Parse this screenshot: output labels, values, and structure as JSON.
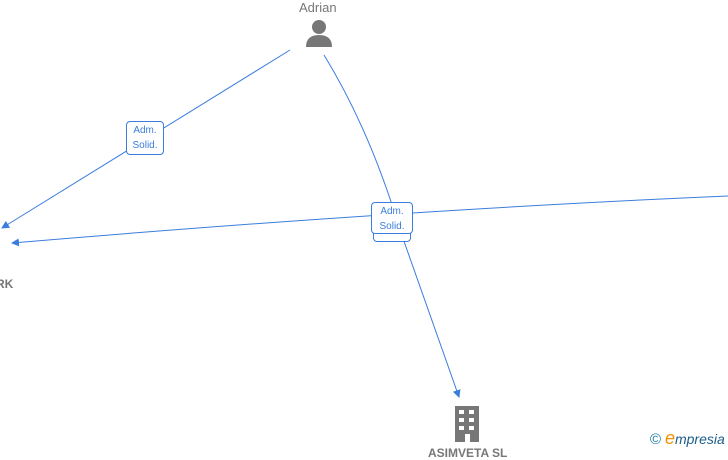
{
  "nodes": {
    "person": {
      "label": "Adrian",
      "icon": "person-icon"
    },
    "left_company": {
      "label": "RK"
    },
    "bottom_company": {
      "label": "ASIMVETA SL",
      "icon": "building-icon"
    }
  },
  "edges": [
    {
      "label_line1": "Adm.",
      "label_line2": "Solid."
    },
    {
      "label_line1": "Adm.",
      "label_line2": "Solid."
    }
  ],
  "brand": {
    "copyright": "©",
    "name_initial": "e",
    "name_rest": "mpresia"
  },
  "colors": {
    "edge": "#3b7ddd",
    "icon": "#777777",
    "brand_orange": "#f39200"
  }
}
